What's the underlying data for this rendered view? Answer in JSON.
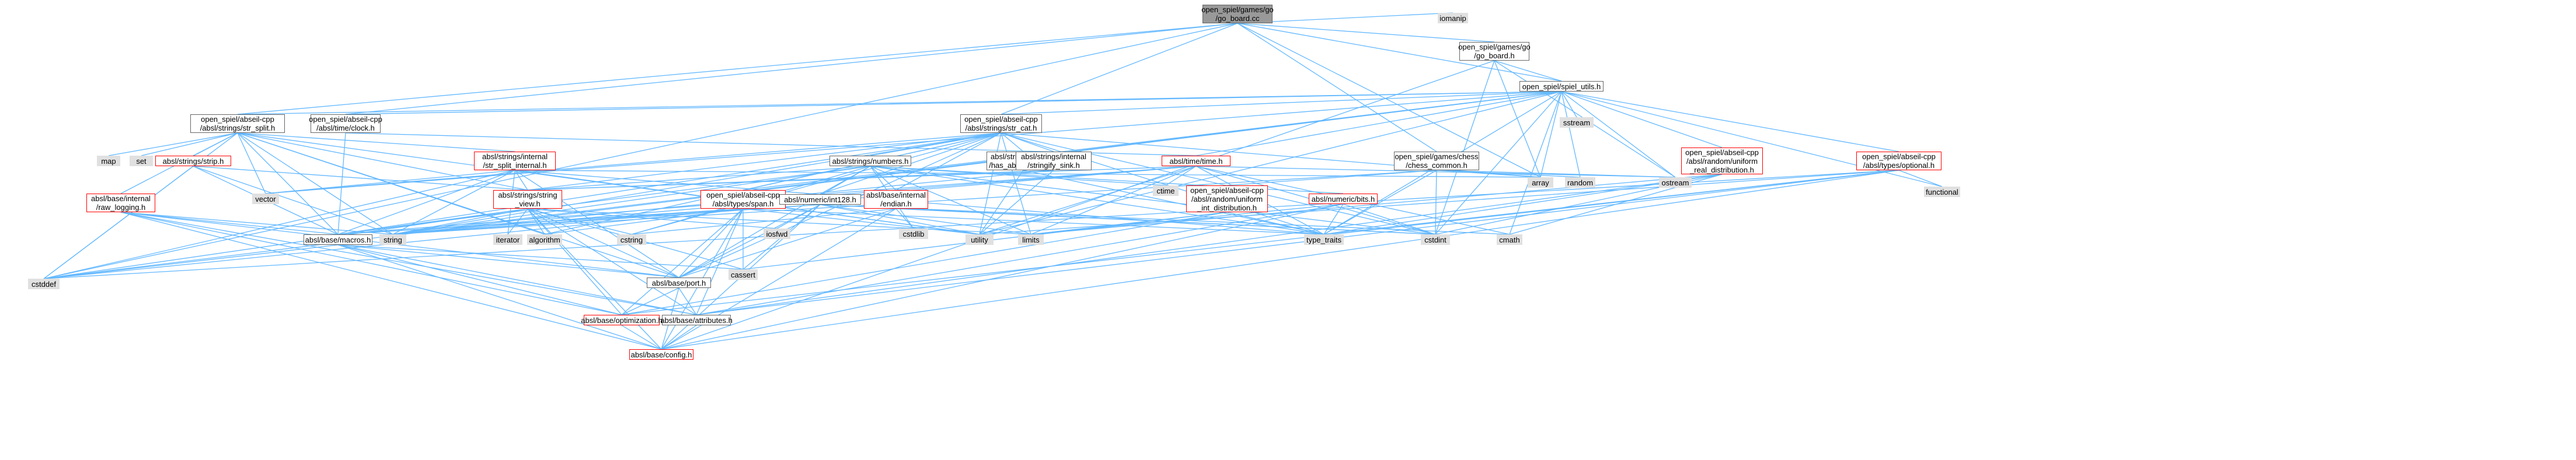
{
  "graph": {
    "nodes": {
      "root": [
        "open_spiel/games/go",
        "/go_board.cc"
      ],
      "lomanip": [
        "iomanip"
      ],
      "go_board_h": [
        "open_spiel/games/go",
        "/go_board.h"
      ],
      "spiel_utils": [
        "open_spiel/spiel_utils.h"
      ],
      "sstream": [
        "sstream"
      ],
      "str_split": [
        "open_spiel/abseil-cpp",
        "/absl/strings/str_split.h"
      ],
      "time_clock": [
        "open_spiel/abseil-cpp",
        "/absl/time/clock.h"
      ],
      "str_cat": [
        "open_spiel/abseil-cpp",
        "/absl/strings/str_cat.h"
      ],
      "map": [
        "map"
      ],
      "set": [
        "set"
      ],
      "strip": [
        "absl/strings/strip.h"
      ],
      "str_split_internal": [
        "absl/strings/internal",
        "/str_split_internal.h"
      ],
      "numbers": [
        "absl/strings/numbers.h"
      ],
      "has_stringify": [
        "absl/strings/internal",
        "/has_absl_stringify.h"
      ],
      "stringify_sink": [
        "absl/strings/internal",
        "/stringify_sink.h"
      ],
      "time": [
        "absl/time/time.h"
      ],
      "chess_common": [
        "open_spiel/games/chess",
        "/chess_common.h"
      ],
      "uniform_real": [
        "open_spiel/abseil-cpp",
        "/absl/random/uniform",
        "_real_distribution.h"
      ],
      "optional": [
        "open_spiel/abseil-cpp",
        "/absl/types/optional.h"
      ],
      "functional": [
        "functional"
      ],
      "ostream": [
        "ostream"
      ],
      "random": [
        "random"
      ],
      "array": [
        "array"
      ],
      "ctime": [
        "ctime"
      ],
      "raw_logging": [
        "absl/base/internal",
        "/raw_logging.h"
      ],
      "vector": [
        "vector"
      ],
      "string_view": [
        "absl/strings/string",
        "_view.h"
      ],
      "span": [
        "open_spiel/abseil-cpp",
        "/absl/types/span.h"
      ],
      "int128": [
        "absl/numeric/int128.h"
      ],
      "endian": [
        "absl/base/internal",
        "/endian.h"
      ],
      "uniform_int": [
        "open_spiel/abseil-cpp",
        "/absl/random/uniform",
        "_int_distribution.h"
      ],
      "bits": [
        "absl/numeric/bits.h"
      ],
      "macros": [
        "absl/base/macros.h"
      ],
      "string": [
        "string"
      ],
      "iterator": [
        "iterator"
      ],
      "algorithm": [
        "algorithm"
      ],
      "cstring": [
        "cstring"
      ],
      "iosfwd": [
        "iosfwd"
      ],
      "cstdlib": [
        "cstdlib"
      ],
      "utility": [
        "utility"
      ],
      "limits": [
        "limits"
      ],
      "type_traits": [
        "type_traits"
      ],
      "cstdint": [
        "cstdint"
      ],
      "cmath": [
        "cmath"
      ],
      "cstddef": [
        "cstddef"
      ],
      "port": [
        "absl/base/port.h"
      ],
      "cassert": [
        "cassert"
      ],
      "optimization": [
        "absl/base/optimization.h"
      ],
      "attributes": [
        "absl/base/attributes.h"
      ],
      "config": [
        "absl/base/config.h"
      ]
    }
  },
  "colors": {
    "edge": "#63b8ff",
    "node_border": "#666666",
    "highlight_border": "#ff0000",
    "library_fill": "#e0e0e0",
    "focus_fill": "#999999"
  }
}
